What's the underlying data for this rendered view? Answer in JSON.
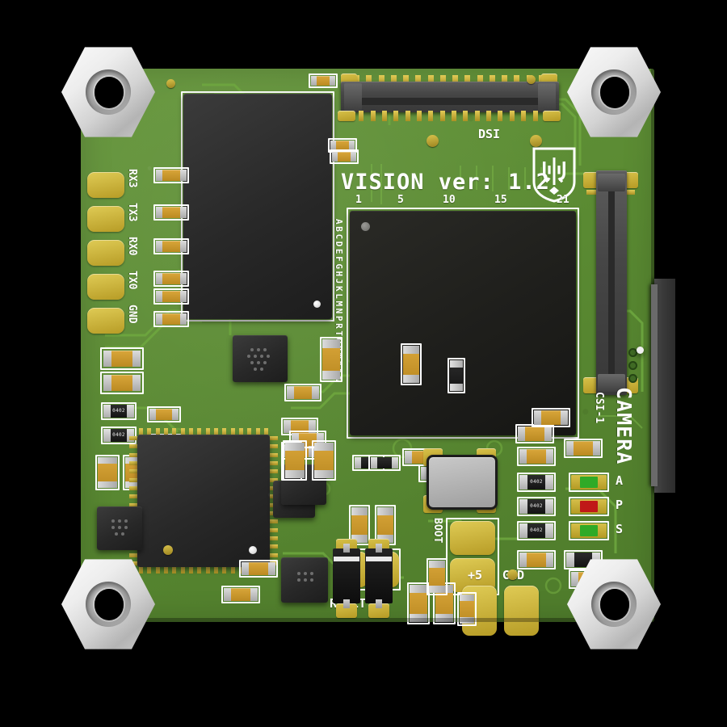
{
  "board": {
    "title": "VISION ver: 1.2",
    "colors": {
      "soldermask": "#5a8a32",
      "silkscreen": "#ffffff",
      "pad_gold": "#c9ae33",
      "ic_black": "#282828",
      "connector_gray": "#464646",
      "standoff_gray": "#e0e0e0",
      "led_green": "#2faa27",
      "led_red": "#c01818",
      "background": "#000000"
    },
    "emblem": {
      "name": "ukraine-trident-coat-of-arms"
    }
  },
  "silkscreen": {
    "title": "VISION ver: 1.2",
    "dsi_label": "DSI",
    "csi_label": "CSI-1",
    "camera_label": "CAMERA",
    "reset_label": "RESET",
    "boot_label": "BOOT",
    "power_labels": {
      "plus5": "+5",
      "gnd": "GND"
    },
    "uart_pads": [
      "RX3",
      "TX3",
      "RX0",
      "TX0",
      "GND"
    ],
    "bga_column_numbers": [
      "1",
      "5",
      "10",
      "15",
      "21"
    ],
    "bga_row_letters": "ABCDEFGHJKLMNPRTUVWYAA",
    "led_labels": [
      "A",
      "P",
      "S"
    ]
  },
  "leds": [
    {
      "label": "A",
      "color": "#2faa27",
      "name": "activity-led"
    },
    {
      "label": "P",
      "color": "#c01818",
      "name": "power-led"
    },
    {
      "label": "S",
      "color": "#2faa27",
      "name": "status-led"
    }
  ],
  "resistor_code": "0402",
  "components": {
    "soc": {
      "name": "main-soc-bga",
      "pin1": "dot"
    },
    "memory": {
      "name": "memory-chip",
      "pin1": "dot"
    },
    "mcu": {
      "name": "mcu-qfp",
      "pin1": "dot"
    },
    "crystal": {
      "name": "crystal-oscillator"
    }
  },
  "connectors": {
    "dsi": {
      "label": "DSI",
      "name": "dsi-display-connector",
      "pin_count": 22
    },
    "csi": {
      "label": "CSI-1",
      "name": "csi-camera-connector",
      "pin_count": 24
    }
  },
  "standoffs": [
    {
      "name": "standoff-top-left"
    },
    {
      "name": "standoff-top-right"
    },
    {
      "name": "standoff-bottom-left"
    },
    {
      "name": "standoff-bottom-right"
    }
  ]
}
